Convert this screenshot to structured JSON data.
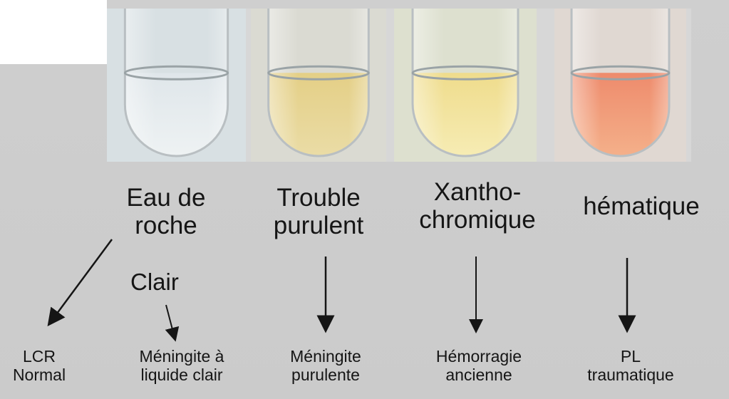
{
  "tubes": [
    {
      "key": "eau",
      "liquid_top": "#dfe6ea",
      "liquid_bottom": "#eef2f3",
      "glass": "#d8e0e3"
    },
    {
      "key": "trouble",
      "liquid_top": "#e4cf86",
      "liquid_bottom": "#eadca6",
      "glass": "#dadad2"
    },
    {
      "key": "xantho",
      "liquid_top": "#efdc8c",
      "liquid_bottom": "#f6ecb4",
      "glass": "#dde0cf"
    },
    {
      "key": "hematique",
      "liquid_top": "#ee8b6c",
      "liquid_bottom": "#f4b08a",
      "glass": "#e0d8d2"
    }
  ],
  "labels": {
    "eau_de_roche": "Eau de\nroche",
    "trouble_purulent": "Trouble\npurulent",
    "xanthochromique": "Xantho-\nchromique",
    "hematique": "hématique",
    "clair": "Clair"
  },
  "results": {
    "lcr_normal": "LCR\nNormal",
    "meningite_liquide_clair": "Méningite à\nliquide clair",
    "meningite_purulente": "Méningite\npurulente",
    "hemorragie_ancienne": "Hémorragie\nancienne",
    "pl_traumatique": "PL\ntraumatique"
  }
}
